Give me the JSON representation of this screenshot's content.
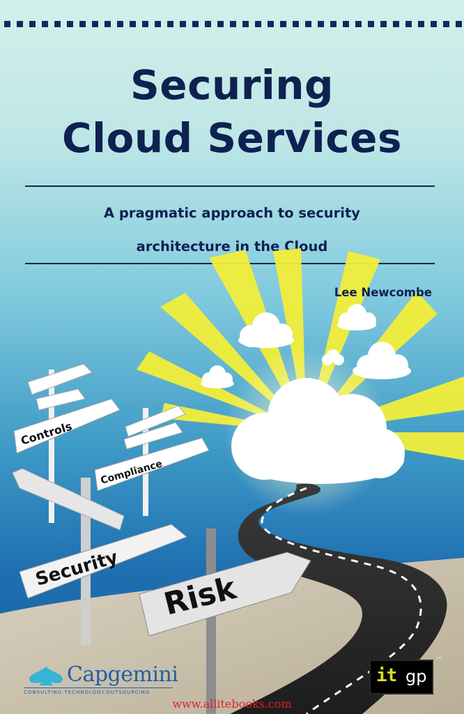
{
  "book": {
    "title_line1": "Securing",
    "title_line2": "Cloud Services",
    "subtitle_line1": "A pragmatic approach to security",
    "subtitle_line2": "architecture in the Cloud",
    "author": "Lee Newcombe"
  },
  "signs": {
    "controls": "Controls",
    "compliance": "Compliance",
    "security": "Security",
    "risk": "Risk"
  },
  "publisher": {
    "capgemini_word": "Capgemini",
    "capgemini_tagline": "CONSULTING.TECHNOLOGY.OUTSOURCING",
    "itgp_it": "it",
    "itgp_gp": "gp",
    "trademark": "™"
  },
  "footer": {
    "website": "www.allitebooks.com"
  },
  "colors": {
    "title_navy": "#0e2150",
    "ray_yellow": "#f2ee3a",
    "road": "#2b2b2b",
    "capgemini_blue": "#1f5fa6",
    "website_red": "#e0202a"
  }
}
